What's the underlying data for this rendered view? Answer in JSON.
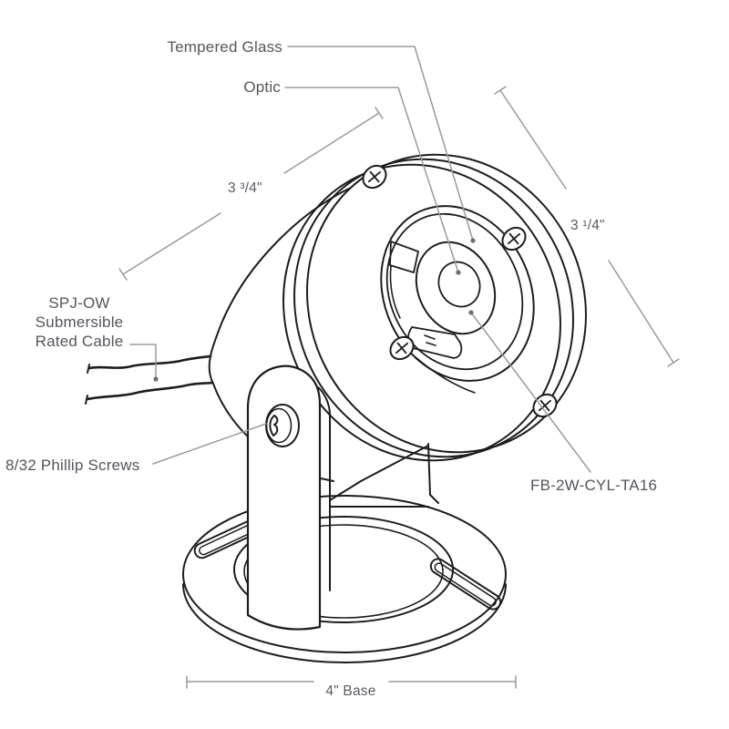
{
  "title": "Submersible light fixture technical line drawing",
  "labels": {
    "tempered_glass": "Tempered Glass",
    "optic": "Optic",
    "cable_line1": "SPJ-OW",
    "cable_line2": "Submersible",
    "cable_line3": "Rated Cable",
    "phillip_screws": "8/32 Phillip Screws",
    "model_number": "FB-2W-CYL-TA16"
  },
  "dimensions": {
    "face_diameter": "3 ³/4\"",
    "body_depth": "3 ¹/4\"",
    "base_width": "4\" Base"
  },
  "colors": {
    "drawing_line": "#1d1d1d",
    "annotation_line": "#9a9a9a",
    "label_text": "#54565c",
    "background": "#ffffff"
  }
}
